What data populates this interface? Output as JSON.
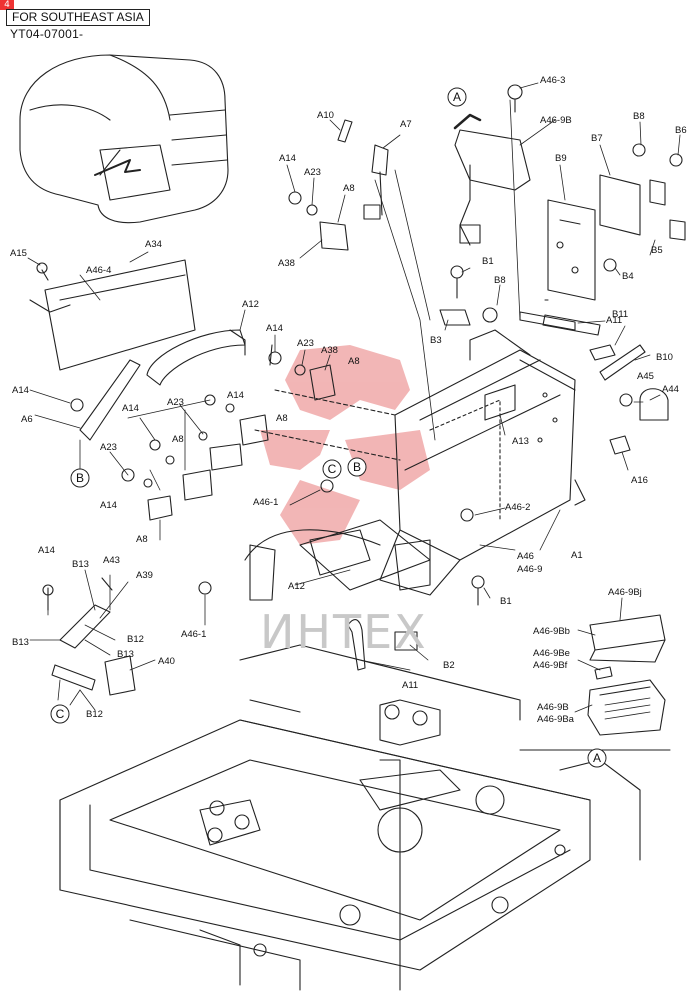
{
  "header": {
    "region": "FOR SOUTHEAST ASIA",
    "serial": "YT04-07001-",
    "corner_mark": "4"
  },
  "watermark": {
    "text": "ИНТЕХ",
    "color": "#e87a7a"
  },
  "labels": {
    "a46_3": "A46-3",
    "a46_9b_top": "A46-9B",
    "b8_top": "B8",
    "b6": "B6",
    "b7": "B7",
    "b9": "B9",
    "b5": "B5",
    "b4": "B4",
    "b8_mid": "B8",
    "b1_top": "B1",
    "b3": "B3",
    "a11_top": "A11",
    "b11": "B11",
    "b10": "B10",
    "a45": "A45",
    "a44": "A44",
    "a16": "A16",
    "a13": "A13",
    "a10": "A10",
    "a7": "A7",
    "a14_top": "A14",
    "a23_top": "A23",
    "a8_top": "A8",
    "a38_top": "A38",
    "a15": "A15",
    "a34": "A34",
    "a46_4": "A46-4",
    "a12_top": "A12",
    "a14_mid": "A14",
    "a23_mid": "A23",
    "a38_mid": "A38",
    "a8_mid": "A8",
    "a14_left": "A14",
    "a6": "A6",
    "a14_r1": "A14",
    "a23_r2": "A23",
    "a8_r2": "A8",
    "a14_r3": "A14",
    "a8_r3": "A8",
    "a23_r4": "A23",
    "a14_r5": "A14",
    "a8_r5": "A8",
    "a46_1_top": "A46-1",
    "a46_2": "A46-2",
    "a46": "A46",
    "a46_9": "A46-9",
    "a1": "A1",
    "a12_mid": "A12",
    "a46_1_bottom": "A46-1",
    "b1_bottom": "B1",
    "b2": "B2",
    "a11_bottom": "A11",
    "a14_bl": "A14",
    "b13_top": "B13",
    "a43": "A43",
    "a39": "A39",
    "b13_left": "B13",
    "b12_right": "B12",
    "b13_mid": "B13",
    "a40": "A40",
    "b12_bottom": "B12",
    "a46_9bj": "A46-9Bj",
    "a46_9bb": "A46-9Bb",
    "a46_9be": "A46-9Be",
    "a46_9bf": "A46-9Bf",
    "a46_9b_detail": "A46-9B",
    "a46_9ba": "A46-9Ba"
  },
  "callouts": {
    "a_top": "A",
    "b_left": "B",
    "c_mid": "C",
    "b_mid": "B",
    "c_bottom": "C",
    "a_detail": "A"
  }
}
